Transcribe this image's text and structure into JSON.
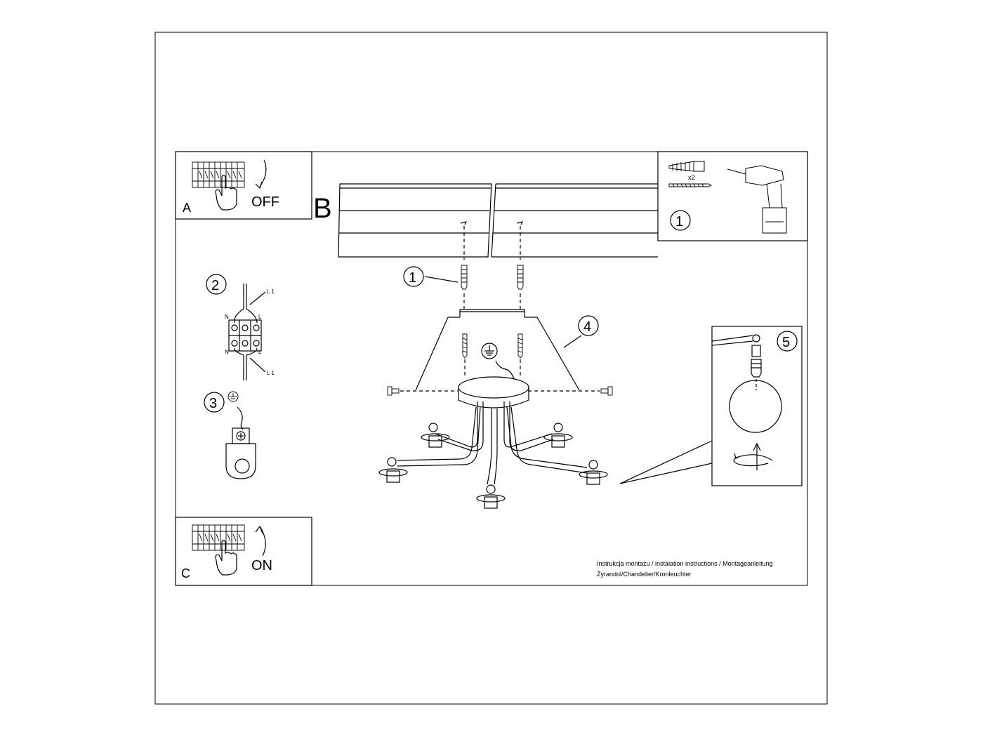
{
  "panels": {
    "a": {
      "letter": "A",
      "state": "OFF"
    },
    "b": {
      "letter": "B"
    },
    "c": {
      "letter": "C",
      "state": "ON"
    }
  },
  "steps": {
    "s1": "1",
    "s2": "2",
    "s3": "3",
    "s4": "4",
    "s5": "5"
  },
  "tools": {
    "quantity": "x2"
  },
  "wiring": {
    "n": "N",
    "l": "L",
    "l1": "L 1"
  },
  "caption": {
    "line1": "Instrukcja montażu / instalation instructions / Montageanleitung",
    "line2": "Żyrandol/Chandelier/Kronleuchter"
  }
}
